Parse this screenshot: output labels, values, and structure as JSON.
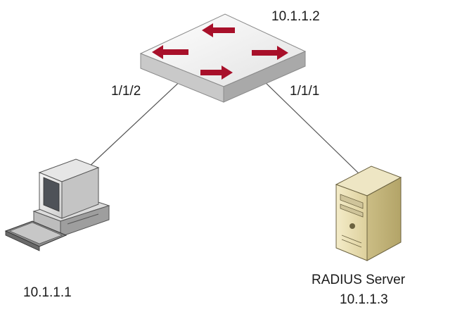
{
  "switch": {
    "ip": "10.1.1.2",
    "icon": "network-switch-icon"
  },
  "links": [
    {
      "port": "1/1/2"
    },
    {
      "port": "1/1/1"
    }
  ],
  "client": {
    "ip": "10.1.1.1",
    "icon": "desktop-computer-icon"
  },
  "server": {
    "name": "RADIUS Server",
    "ip": "10.1.1.3",
    "icon": "server-tower-icon"
  },
  "colors": {
    "arrow": "#a8102a",
    "switch_top": "#f1f1f1",
    "switch_side": "#bdbdbd",
    "server_body": "#e9dfb6",
    "line": "#555555"
  }
}
